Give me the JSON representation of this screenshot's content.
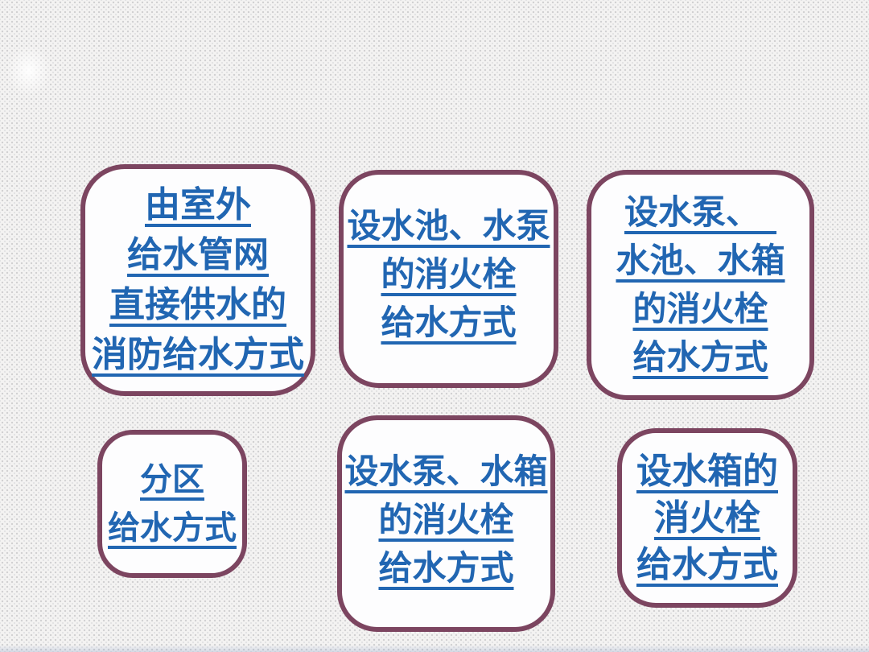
{
  "slide": {
    "background": {
      "base_color": "#f4f3f2",
      "dot_color": "#c7c6c5"
    },
    "palette": {
      "box_border": "#7c4560",
      "box_fill": "#fdfdfe",
      "text_blue": "#2166b2"
    },
    "decorations": [
      {
        "name": "soft-glow",
        "type": "white-radial-glow"
      }
    ],
    "boxes": [
      {
        "name": "direct-supply-from-outdoor-network",
        "lines": [
          "由室外",
          "给水管网",
          "直接供水的",
          "消防给水方式"
        ]
      },
      {
        "name": "pool-and-pump-hydrant",
        "lines": [
          "设水池、水泵",
          "的消火栓",
          "给水方式"
        ]
      },
      {
        "name": "pump-pool-tank-hydrant",
        "lines": [
          "设水泵、　",
          "水池、水箱",
          "的消火栓",
          "给水方式"
        ]
      },
      {
        "name": "zoned-supply",
        "lines": [
          "分区",
          "给水方式"
        ]
      },
      {
        "name": "pump-and-tank-hydrant",
        "lines": [
          "设水泵、水箱",
          "的消火栓",
          "给水方式"
        ]
      },
      {
        "name": "tank-hydrant",
        "lines": [
          "设水箱的",
          "消火栓",
          "给水方式"
        ]
      }
    ]
  }
}
